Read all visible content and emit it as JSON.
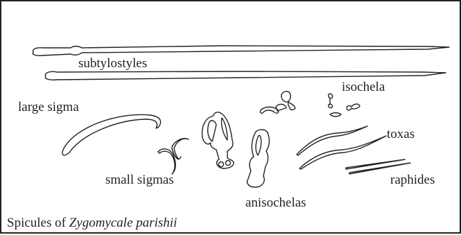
{
  "labels": {
    "subtylostyles": "subtylostyles",
    "large_sigma": "large sigma",
    "small_sigmas": "small sigmas",
    "anisochelas": "anisochelas",
    "isochela": "isochela",
    "toxas": "toxas",
    "raphides": "raphides"
  },
  "caption": {
    "prefix": "Spicules of ",
    "species": "Zygomycale parishii"
  },
  "colors": {
    "ink": "#231f20",
    "background": "#ffffff"
  }
}
